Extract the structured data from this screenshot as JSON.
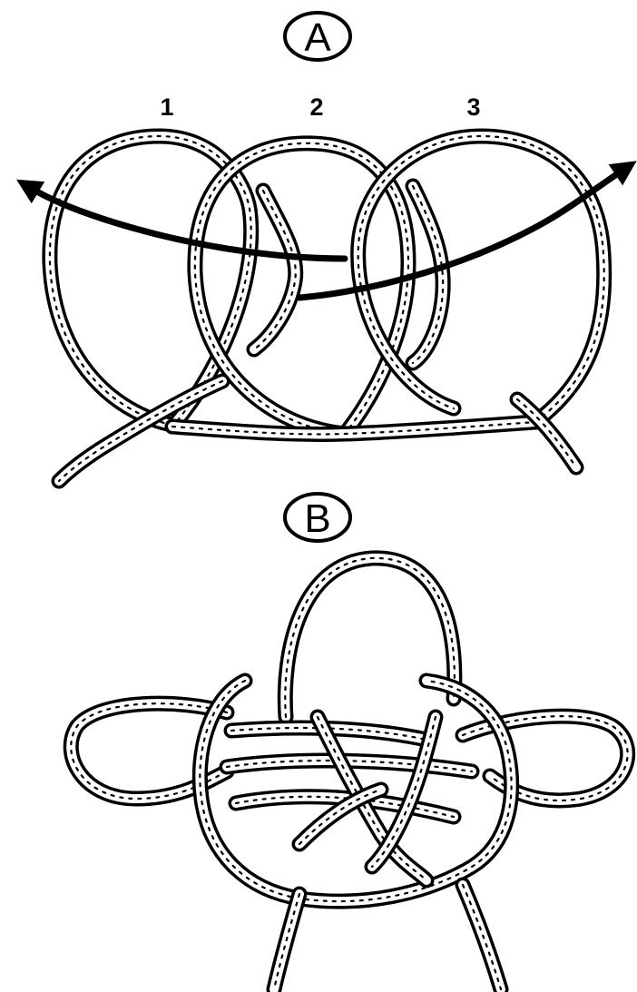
{
  "panels": [
    {
      "label": "A",
      "loop_numbers": [
        "1",
        "2",
        "3"
      ]
    },
    {
      "label": "B"
    }
  ]
}
